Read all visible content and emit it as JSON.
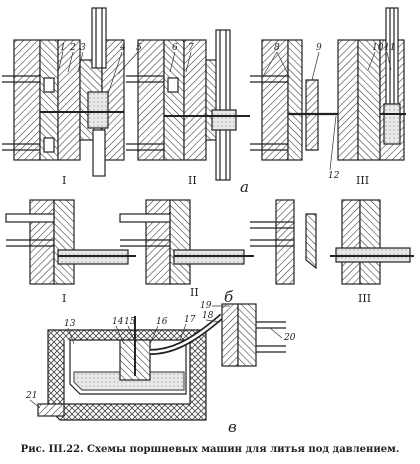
{
  "caption": "Рис. III.22. Схемы поршневых машин для литья под давлением.",
  "row_a": {
    "letter": "а",
    "stage_labels": [
      "I",
      "II",
      "III"
    ],
    "part_numbers": [
      "1",
      "2",
      "3",
      "4",
      "5",
      "6",
      "7",
      "8",
      "9",
      "10",
      "11",
      "12"
    ]
  },
  "row_b": {
    "letter": "б",
    "stage_labels": [
      "I",
      "II",
      "III"
    ]
  },
  "row_c": {
    "letter": "в",
    "part_numbers": [
      "13",
      "14",
      "15",
      "16",
      "17",
      "18",
      "19",
      "20",
      "21"
    ]
  }
}
